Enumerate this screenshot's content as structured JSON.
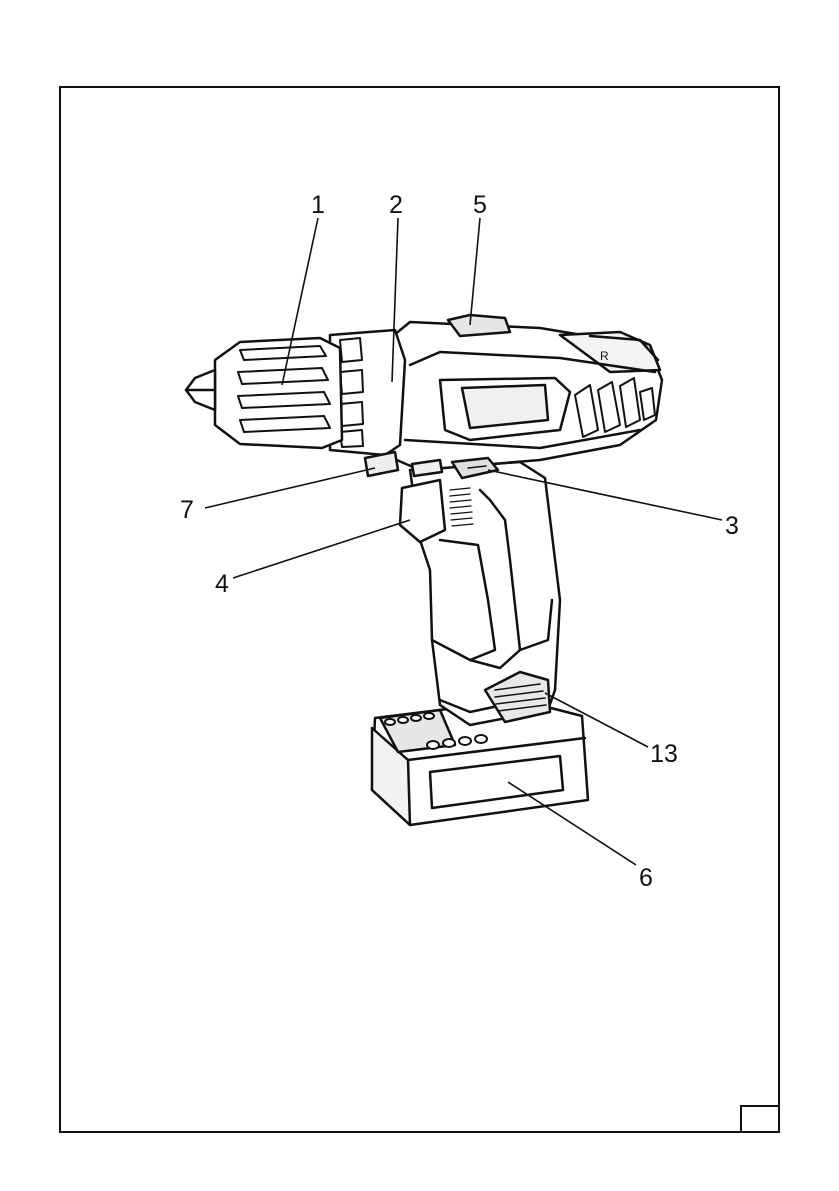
{
  "figure": {
    "subject": "cordless drill/driver",
    "callouts": [
      {
        "id": "1",
        "label": "1"
      },
      {
        "id": "2",
        "label": "2"
      },
      {
        "id": "3",
        "label": "3"
      },
      {
        "id": "4",
        "label": "4"
      },
      {
        "id": "5",
        "label": "5"
      },
      {
        "id": "6",
        "label": "6"
      },
      {
        "id": "7",
        "label": "7"
      },
      {
        "id": "13",
        "label": "13"
      }
    ]
  },
  "page_number": ""
}
